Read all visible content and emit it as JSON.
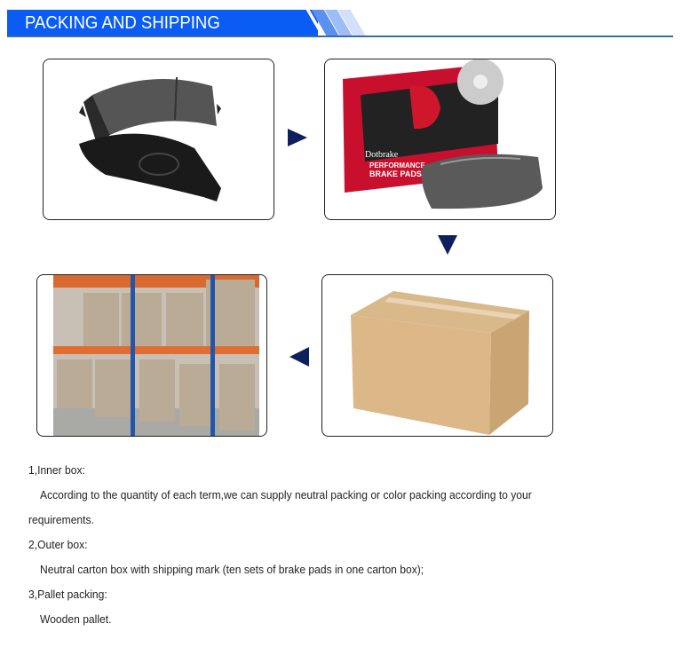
{
  "header": {
    "title": "PACKING AND SHIPPING",
    "colors": {
      "bar": "#0a5cf5",
      "rule": "#3a6aa8"
    }
  },
  "images": [
    {
      "name": "brake-pad-image",
      "alt": "Brake pad"
    },
    {
      "name": "color-box-image",
      "alt": "Dotbrake Performance Brake Pads color box",
      "box_text": [
        "Dotbrake",
        "PERFORMANCE",
        "BRAKE PADS"
      ]
    },
    {
      "name": "carton-box-image",
      "alt": "Outer carton box"
    },
    {
      "name": "pallet-warehouse-image",
      "alt": "Pallets in warehouse"
    }
  ],
  "arrows": {
    "color": "#0d1f5c"
  },
  "content": {
    "items": [
      {
        "heading": "1,Inner box:",
        "body_line1": "According to the quantity of each term,we can supply neutral packing or color packing according to your",
        "body_line2": "requirements."
      },
      {
        "heading": "2,Outer box:",
        "body": "Neutral carton box with shipping mark (ten sets of brake pads in one carton box);"
      },
      {
        "heading": "3,Pallet packing:",
        "body": "Wooden pallet."
      }
    ]
  }
}
